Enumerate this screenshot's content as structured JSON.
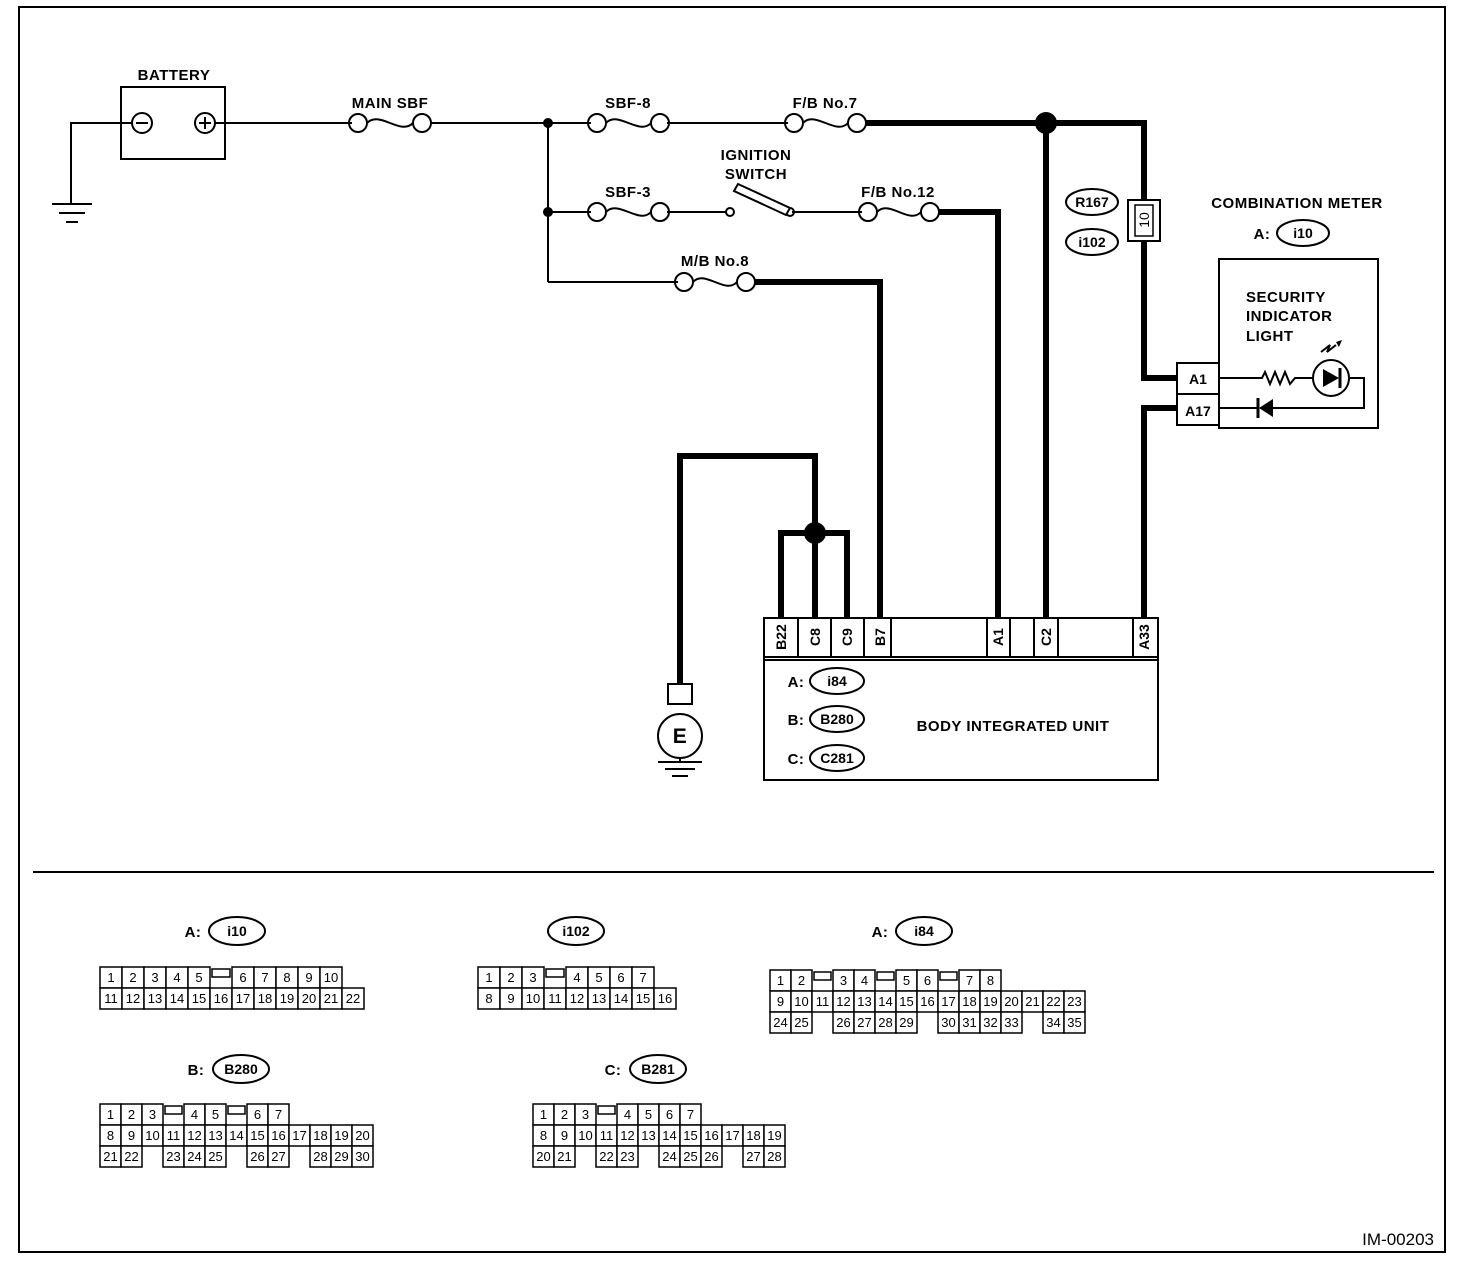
{
  "labels": {
    "battery": "BATTERY",
    "main_sbf": "MAIN SBF",
    "sbf8": "SBF-8",
    "fb7": "F/B No.7",
    "ignition_line1": "IGNITION",
    "ignition_line2": "SWITCH",
    "sbf3": "SBF-3",
    "fb12": "F/B No.12",
    "mb8": "M/B No.8",
    "combination_meter": "COMBINATION METER",
    "security_line1": "SECURITY",
    "security_line2": "INDICATOR",
    "security_line3": "LIGHT",
    "body_unit": "BODY INTEGRATED UNIT",
    "ground_e": "E",
    "diagram_id": "IM-00203"
  },
  "connector_tags": {
    "r167": "R167",
    "i102": "i102",
    "inline_pin": "10",
    "meter_prefix": "A:",
    "meter_conn": "i10"
  },
  "meter_pins": [
    "A1",
    "A17"
  ],
  "unit_pins": [
    "B22",
    "C8",
    "C9",
    "B7",
    "A1",
    "C2",
    "A33"
  ],
  "unit_connectors": [
    {
      "prefix": "A:",
      "id": "i84"
    },
    {
      "prefix": "B:",
      "id": "B280"
    },
    {
      "prefix": "C:",
      "id": "C281"
    }
  ],
  "connector_views": [
    {
      "prefix": "A:",
      "id": "i10",
      "rows": [
        [
          "1",
          "2",
          "3",
          "4",
          "5",
          "",
          "6",
          "7",
          "8",
          "9",
          "10"
        ],
        [
          "11",
          "12",
          "13",
          "14",
          "15",
          "16",
          "17",
          "18",
          "19",
          "20",
          "21",
          "22"
        ]
      ]
    },
    {
      "prefix": "",
      "id": "i102",
      "rows": [
        [
          "1",
          "2",
          "3",
          "",
          "4",
          "5",
          "6",
          "7"
        ],
        [
          "8",
          "9",
          "10",
          "11",
          "12",
          "13",
          "14",
          "15",
          "16"
        ]
      ]
    },
    {
      "prefix": "A:",
      "id": "i84",
      "rows": [
        [
          "1",
          "2",
          "",
          "3",
          "4",
          "",
          "5",
          "6",
          "",
          "7",
          "8"
        ],
        [
          "9",
          "10",
          "11",
          "12",
          "13",
          "14",
          "15",
          "16",
          "17",
          "18",
          "19",
          "20",
          "21",
          "22",
          "23"
        ],
        [
          "24",
          "25",
          "",
          "26",
          "27",
          "28",
          "29",
          "",
          "30",
          "31",
          "32",
          "33",
          "",
          "34",
          "35"
        ]
      ]
    },
    {
      "prefix": "B:",
      "id": "B280",
      "rows": [
        [
          "1",
          "2",
          "3",
          "",
          "4",
          "5",
          "",
          "6",
          "7"
        ],
        [
          "8",
          "9",
          "10",
          "11",
          "12",
          "13",
          "14",
          "15",
          "16",
          "17",
          "18",
          "19",
          "20"
        ],
        [
          "21",
          "22",
          "",
          "23",
          "24",
          "25",
          "",
          "26",
          "27",
          "",
          "28",
          "29",
          "30"
        ]
      ]
    },
    {
      "prefix": "C:",
      "id": "B281",
      "rows": [
        [
          "1",
          "2",
          "3",
          "",
          "4",
          "5",
          "6",
          "7"
        ],
        [
          "8",
          "9",
          "10",
          "11",
          "12",
          "13",
          "14",
          "15",
          "16",
          "17",
          "18",
          "19"
        ],
        [
          "20",
          "21",
          "",
          "22",
          "23",
          "",
          "24",
          "25",
          "26",
          "",
          "27",
          "28"
        ]
      ]
    }
  ]
}
